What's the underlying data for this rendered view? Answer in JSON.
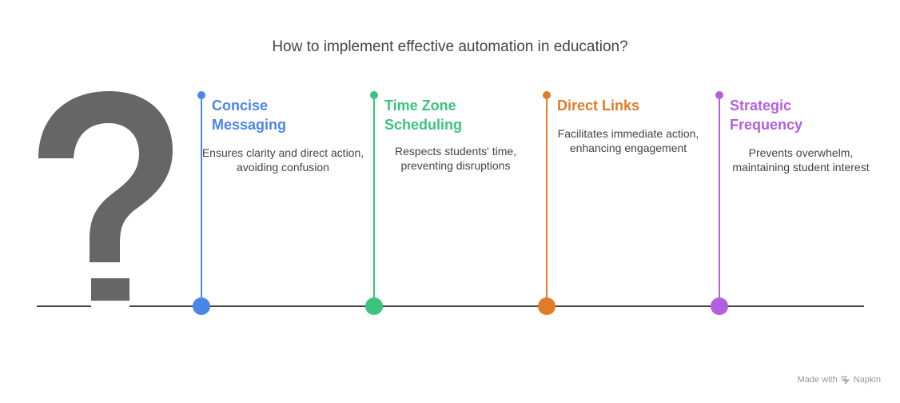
{
  "title": "How to implement effective automation in education?",
  "steps": [
    {
      "title_line1": "Concise",
      "title_line2": "Messaging",
      "description": "Ensures clarity and direct action, avoiding confusion",
      "color": "#4a86e8"
    },
    {
      "title_line1": "Time Zone",
      "title_line2": "Scheduling",
      "description": "Respects students' time, preventing disruptions",
      "color": "#3cc47c"
    },
    {
      "title_line1": "Direct Links",
      "title_line2": "",
      "description": "Facilitates immediate action, enhancing engagement",
      "color": "#e07b28"
    },
    {
      "title_line1": "Strategic",
      "title_line2": "Frequency",
      "description": "Prevents overwhelm, maintaining student interest",
      "color": "#b45fe0"
    }
  ],
  "icon": "question-mark-icon",
  "footer": {
    "made_with": "Made with",
    "brand": "Napkin",
    "logo_icon": "napkin-logo-icon"
  }
}
